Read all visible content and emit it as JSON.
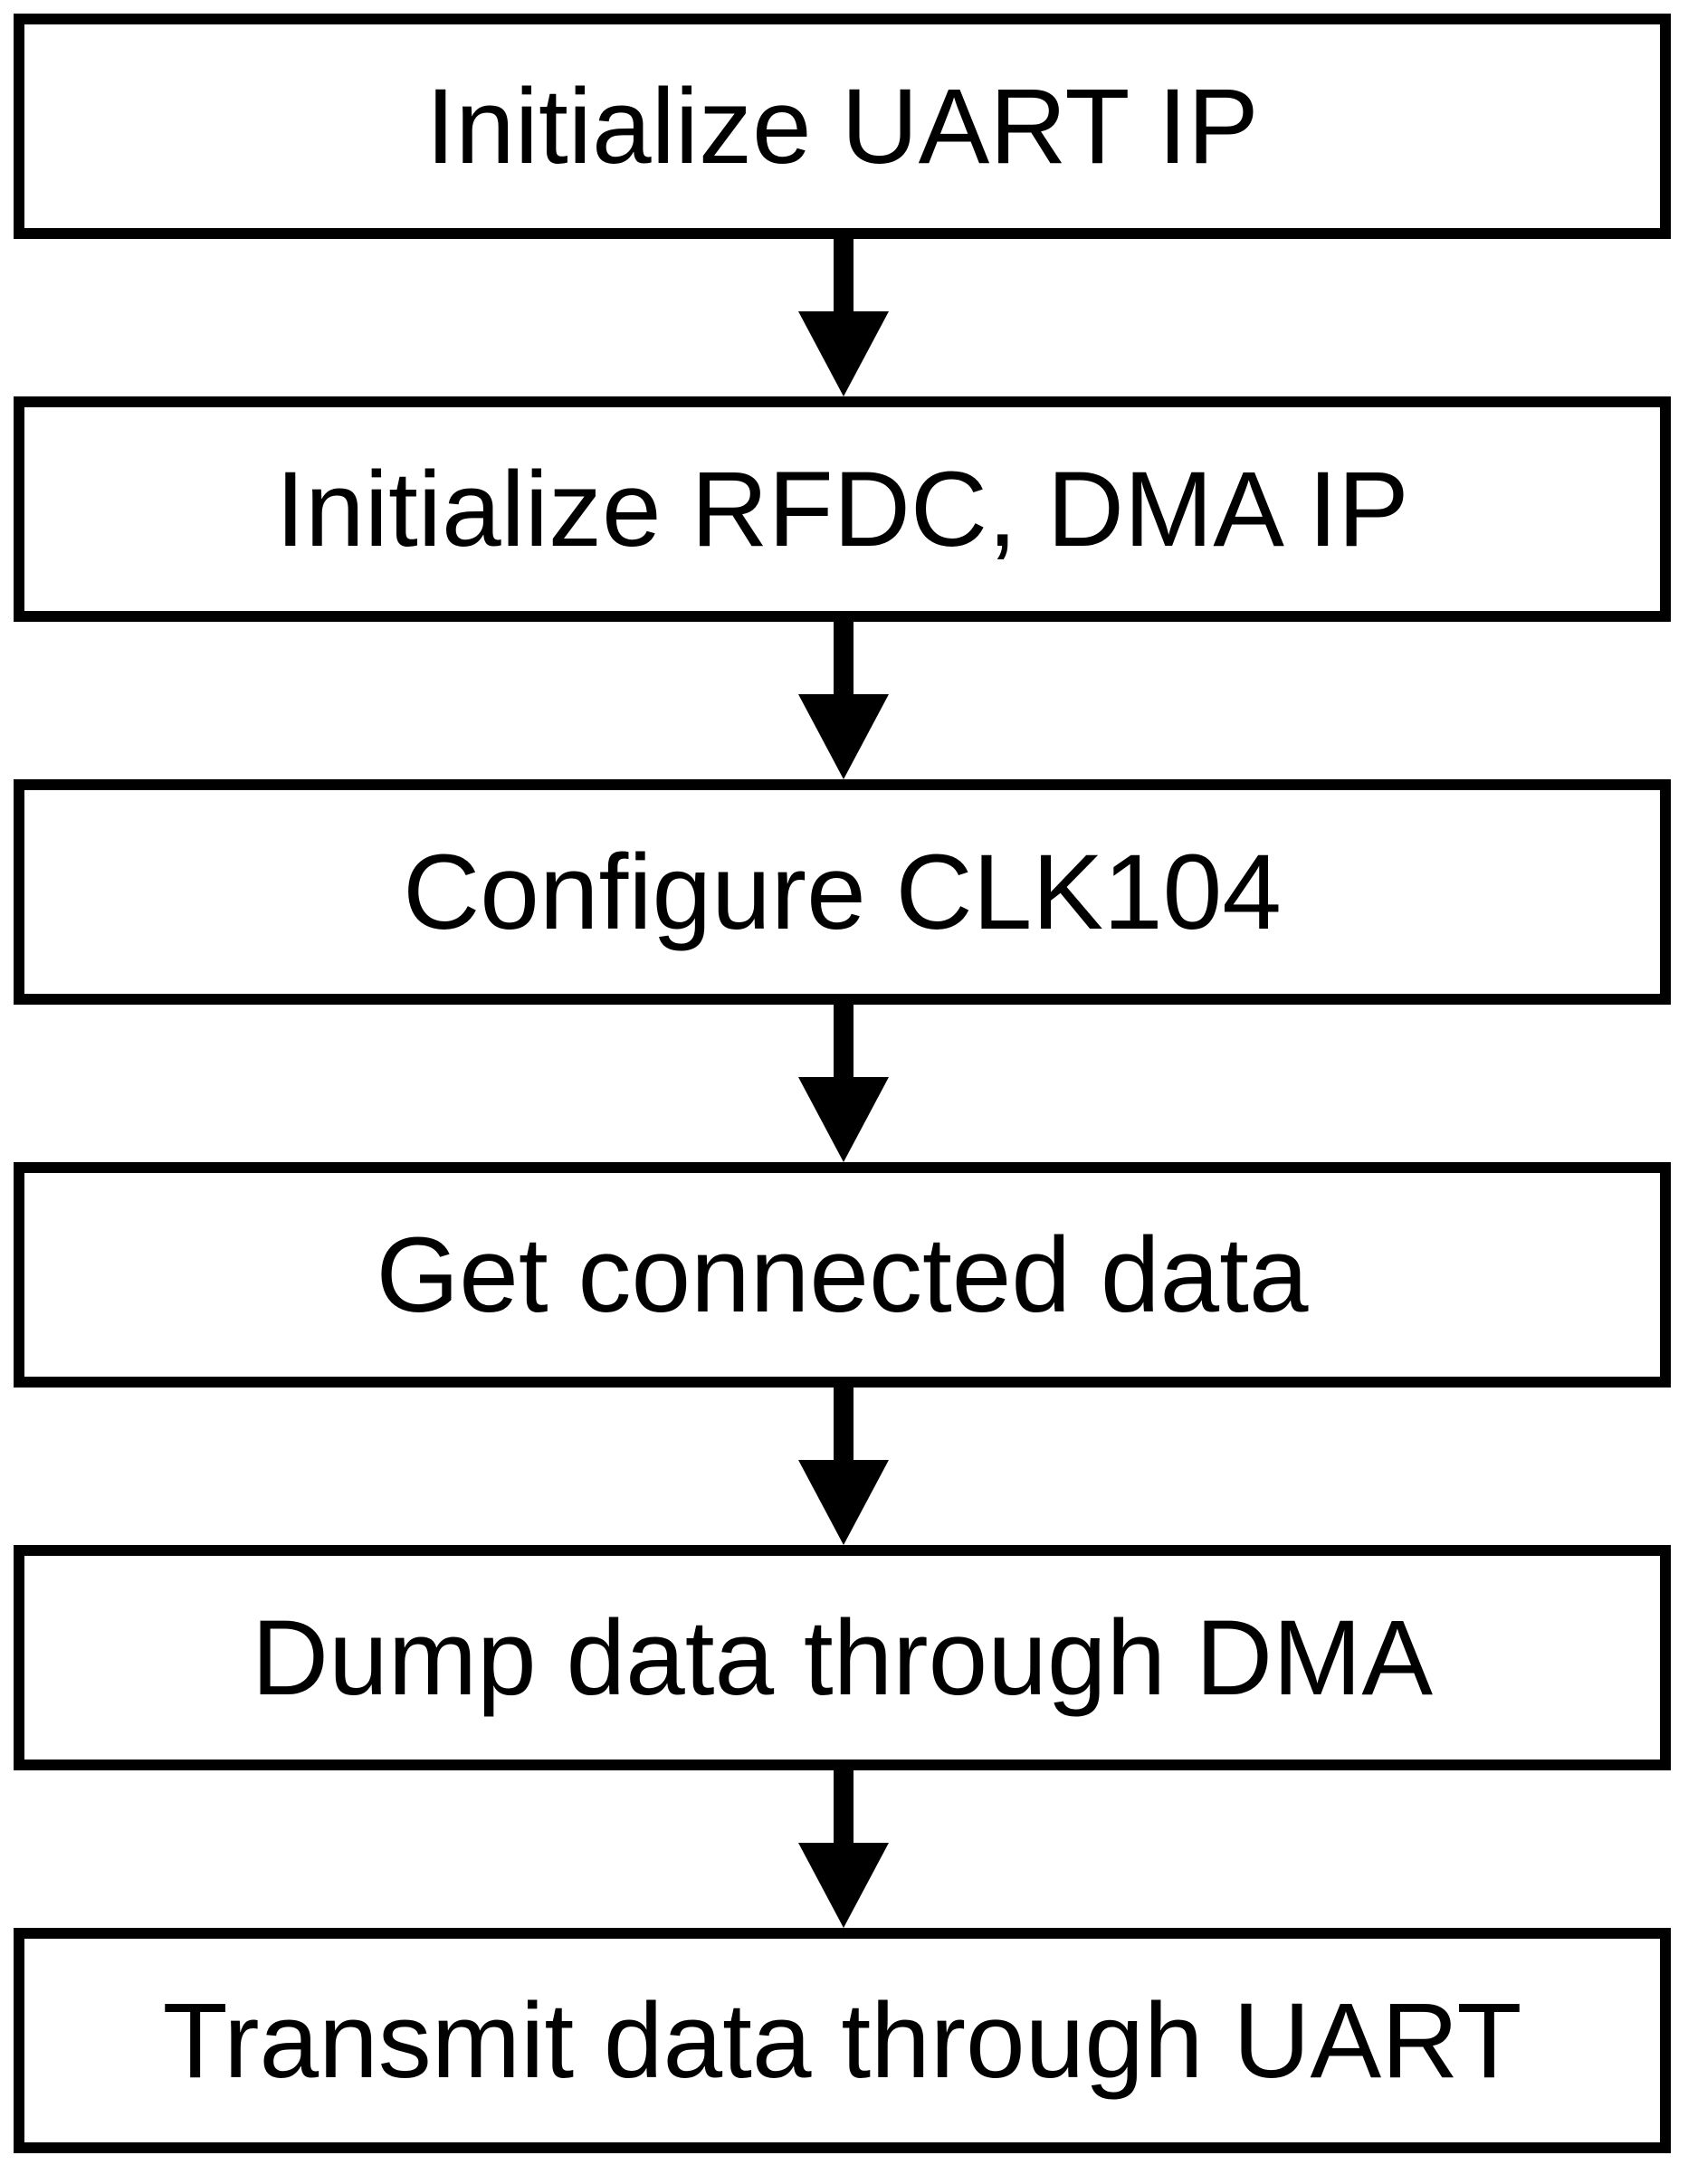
{
  "flowchart": {
    "steps": [
      "Initialize UART IP",
      "Initialize RFDC, DMA IP",
      "Configure CLK104",
      "Get connected data",
      "Dump data through DMA",
      "Transmit data through UART"
    ],
    "stroke_color": "#000000",
    "background_color": "#ffffff"
  }
}
